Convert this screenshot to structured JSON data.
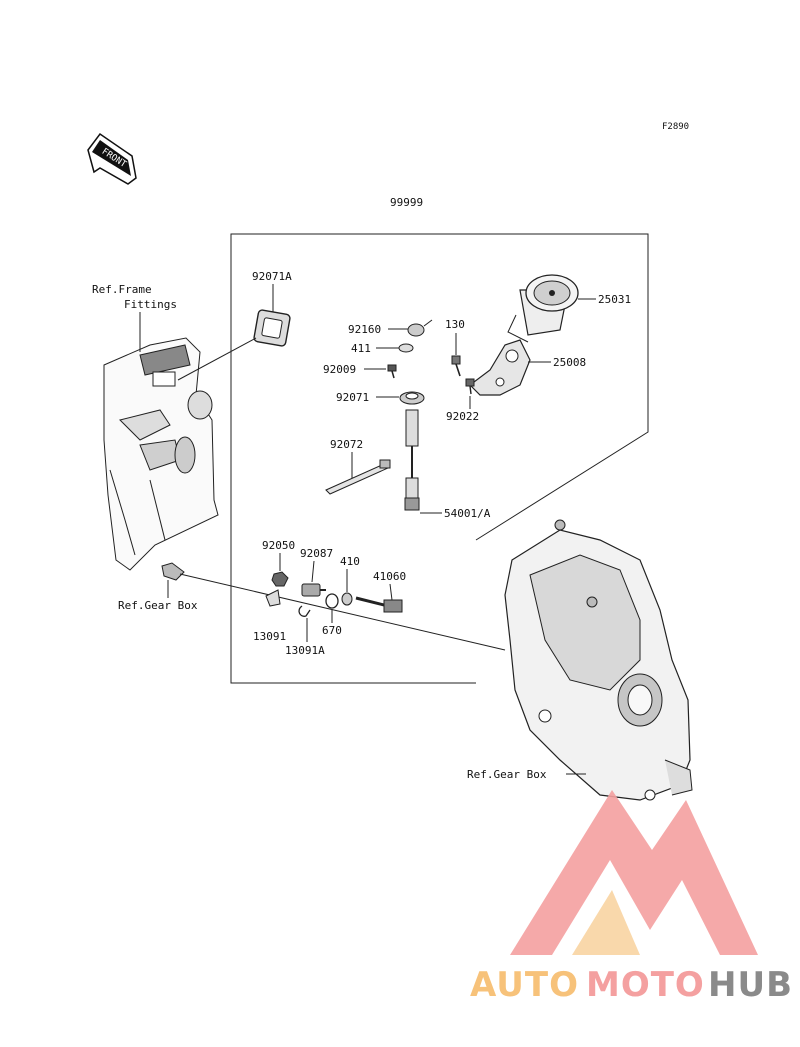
{
  "figure_code": "F2890",
  "front_label": "FRONT",
  "assembly_number": "99999",
  "refs": {
    "frame_fittings_line1": "Ref.Frame",
    "frame_fittings_line2": "Fittings",
    "gear_box_left": "Ref.Gear Box",
    "gear_box_right": "Ref.Gear Box"
  },
  "parts": {
    "p92071A": "92071A",
    "p25031": "25031",
    "p92160": "92160",
    "p130": "130",
    "p411": "411",
    "p25008": "25008",
    "p92009": "92009",
    "p92071": "92071",
    "p92022": "92022",
    "p92072": "92072",
    "p54001A": "54001/A",
    "p92050": "92050",
    "p92087": "92087",
    "p410": "410",
    "p41060": "41060",
    "p13091": "13091",
    "p670": "670",
    "p13091A": "13091A"
  },
  "watermark": {
    "text_auto": "AUTO",
    "text_moto": "MOTO",
    "text_hub": "HUB",
    "color_primary": "#f4a0a0",
    "color_secondary": "#f7c27a",
    "color_hub": "#8a8a8a"
  }
}
